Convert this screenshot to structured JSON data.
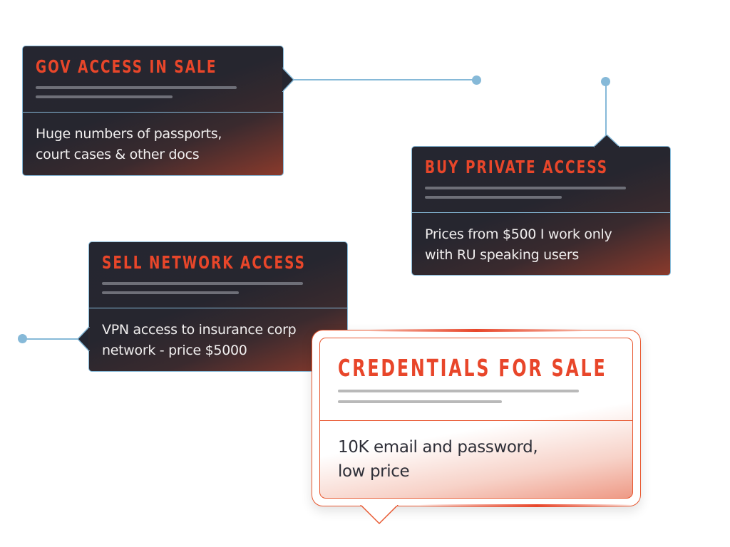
{
  "cards": [
    {
      "title": "GOV ACCESS IN SALE",
      "text_line1": "Huge numbers of passports,",
      "text_line2": "court cases & other docs"
    },
    {
      "title": "BUY PRIVATE ACCESS",
      "text_line1": "Prices from $500 I work only",
      "text_line2": "with RU speaking users"
    },
    {
      "title": "SELL NETWORK ACCESS",
      "text_line1": "VPN access to insurance corp",
      "text_line2": "network - price $5000"
    },
    {
      "title": "CREDENTIALS FOR SALE",
      "text_line1": "10K email and password,",
      "text_line2": "low price"
    }
  ],
  "colors": {
    "accent": "#e8462a",
    "connector": "#86b9d8",
    "card_dark": "#252630"
  }
}
